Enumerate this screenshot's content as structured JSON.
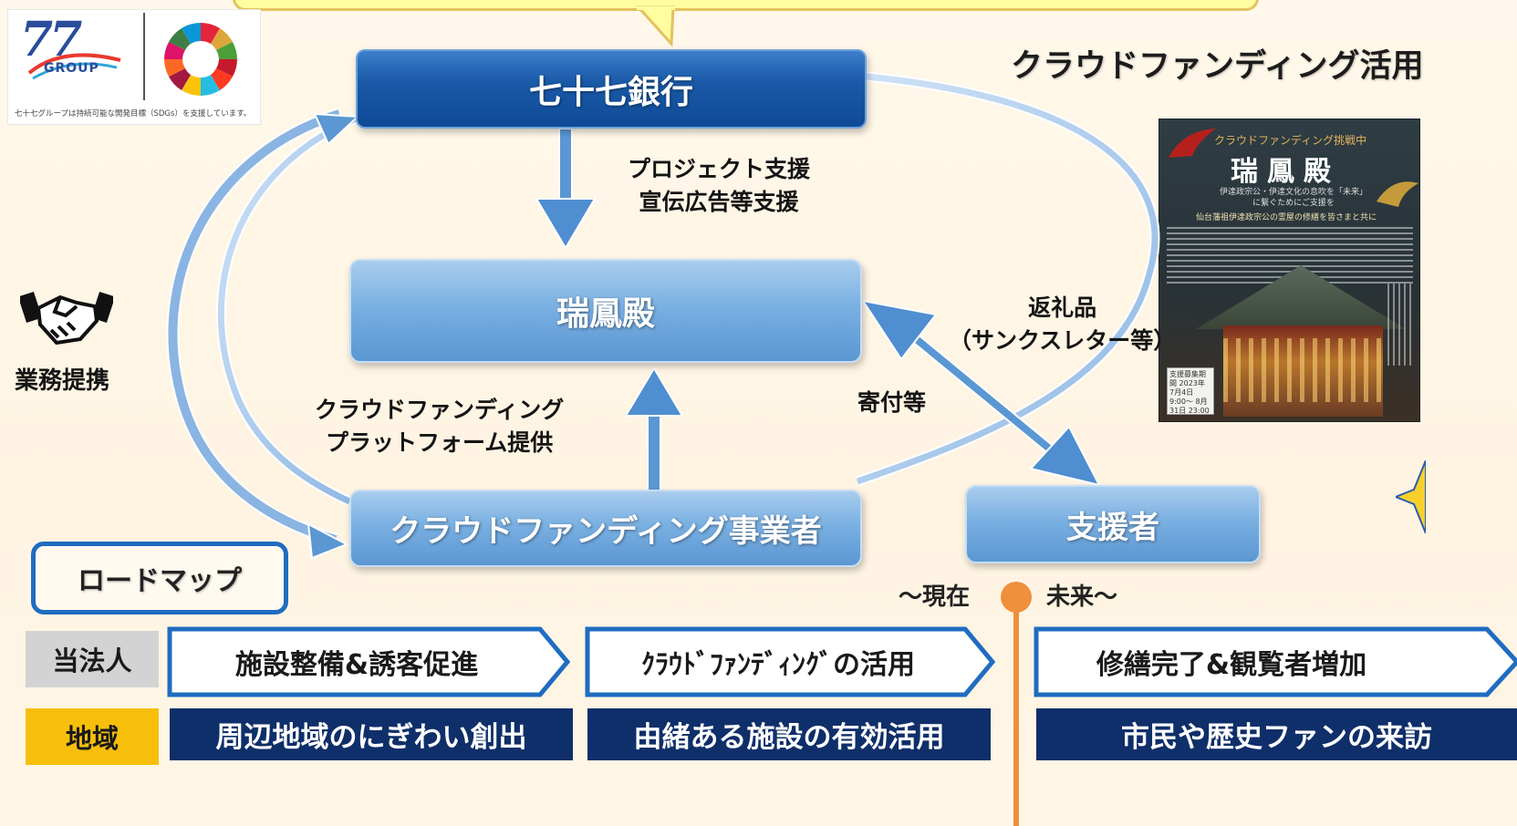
{
  "logo": {
    "group_text": "77",
    "group_word": "GROUP",
    "caption": "七十七グループは持続可能な開発目標（SDGs）を支援しています。"
  },
  "headline": "クラウドファンディング活用",
  "poster": {
    "banner": "クラウドファンディング挑戦中",
    "title": "瑞鳳殿",
    "subtitle": "伊達政宗公・伊達文化の息吹を「未来」に繋ぐためにご支援を",
    "tagline": "仙台藩祖伊達政宗公の霊屋の修繕を皆さまと共に",
    "notice": "支援募集期間 2023年 7月4日 9:00〜 8月31日 23:00"
  },
  "diagram": {
    "bank": "七十七銀行",
    "zuihoden": "瑞鳳殿",
    "cf_operator": "クラウドファンディング事業者",
    "supporter": "支援者",
    "project_support_1": "プロジェクト支援",
    "project_support_2": "宣伝広告等支援",
    "platform_1": "クラウドファンディング",
    "platform_2": "プラットフォーム提供",
    "return_gift_1": "返礼品",
    "return_gift_2": "（サンクスレター等）",
    "donation": "寄付等",
    "partnership": "業務提携"
  },
  "roadmap": {
    "title": "ロードマップ",
    "present": "〜現在",
    "future": "未来〜",
    "rows": [
      {
        "tag": "当法人",
        "items": [
          "施設整備&誘客促進",
          "ｸﾗｳﾄﾞﾌｧﾝﾃﾞｨﾝｸﾞの活用",
          "修繕完了&観覧者増加"
        ]
      },
      {
        "tag": "地域",
        "items": [
          "周辺地域のにぎわい創出",
          "由緒ある施設の有効活用",
          "市民や歴史ファンの来訪"
        ]
      }
    ]
  },
  "colors": {
    "bank_box": "#1a5aa8",
    "light_box": "#7ab0e2",
    "navy_bar": "#0f2f6a",
    "corp_tag": "#d3d3d3",
    "region_tag": "#f7bf0c",
    "timeline": "#f08f3c",
    "chevron_border": "#1f6cc2"
  }
}
